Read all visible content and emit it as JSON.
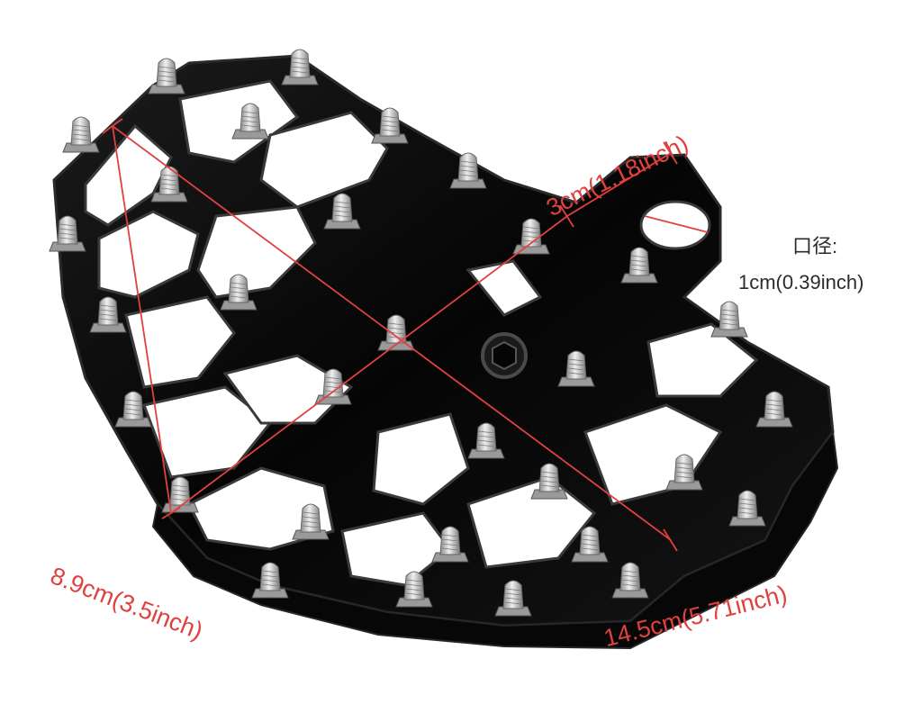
{
  "colors": {
    "dimension": "#e0413f",
    "metal": "#0b0b0b",
    "metal_edge": "#2e2e2e",
    "spike": "#cfcfcf",
    "caption": "#2b2b2b",
    "background": "#ffffff"
  },
  "dimensions": {
    "width_label": "8.9cm(3.5inch)",
    "length_label": "14.5cm(5.71inch)",
    "mount_label": "3cm(1.18inch)",
    "hole_title": "口径:",
    "hole_value": "1cm(0.39inch)"
  },
  "product": {
    "icon": "motorcycle-footpeg-icon",
    "spike_count": 31
  }
}
